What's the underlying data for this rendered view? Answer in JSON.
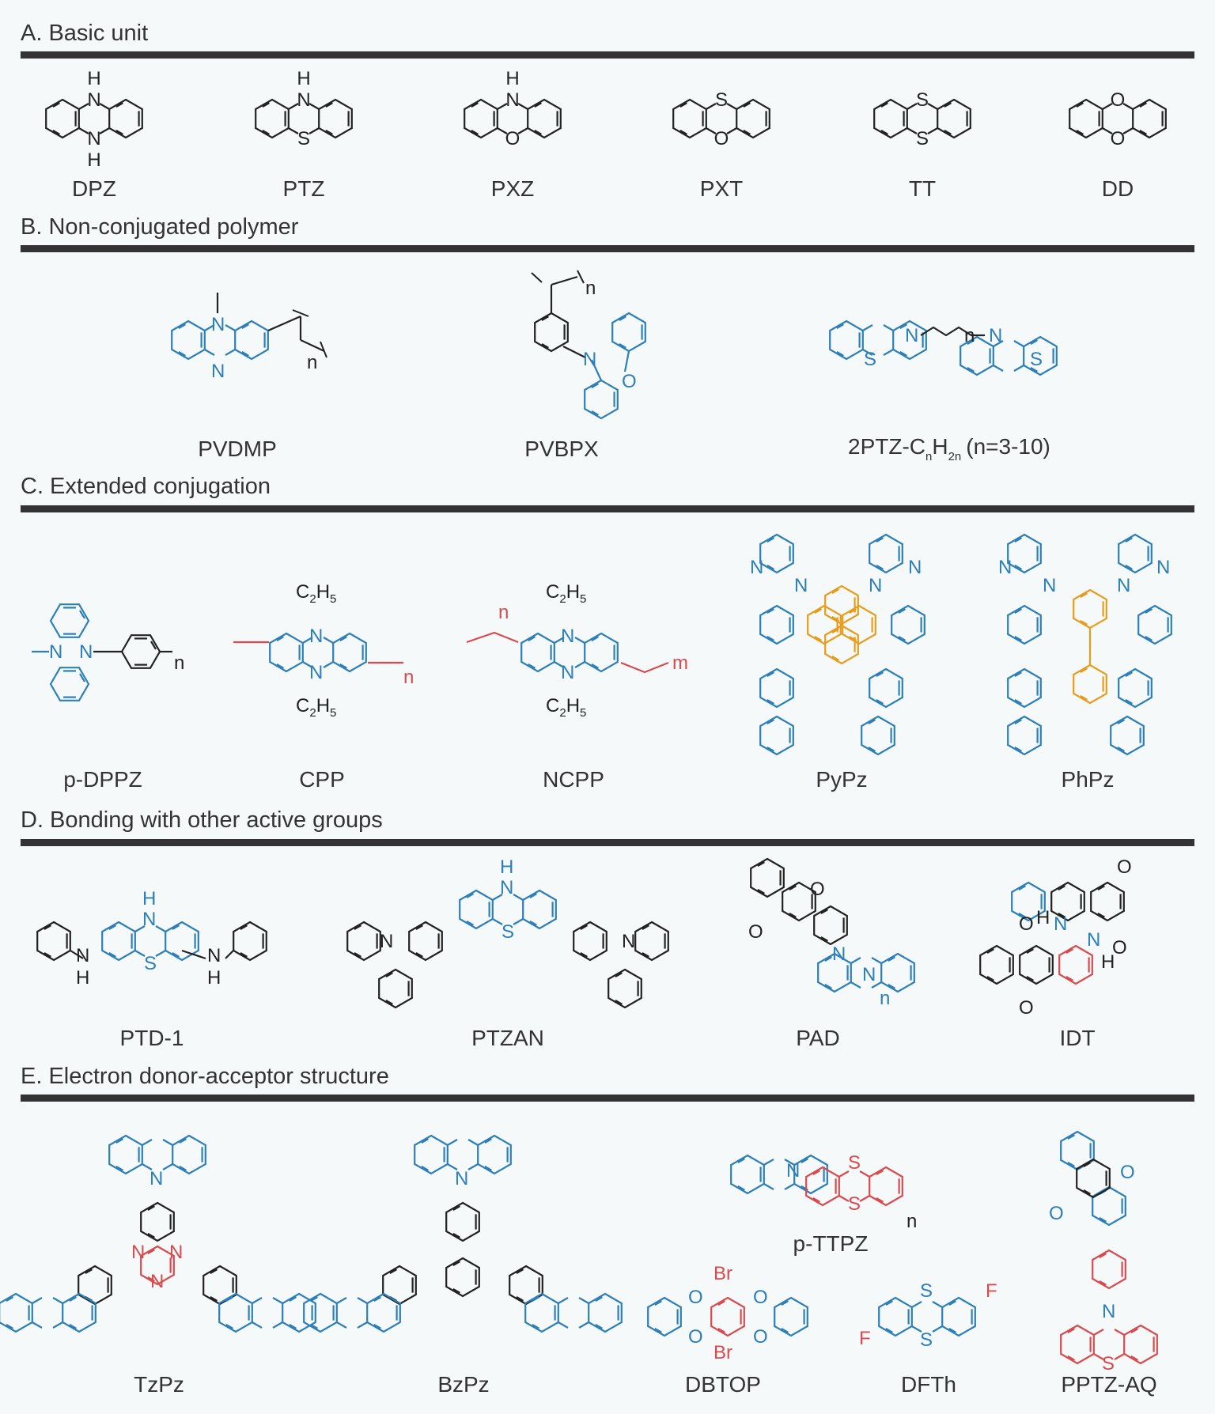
{
  "colors": {
    "black": "#222222",
    "blue": "#2c7fb8",
    "red": "#d94a4e",
    "orange": "#e89c1a",
    "bar": "#333333",
    "background": "#f6f9f9"
  },
  "sections": [
    {
      "title": "A. Basic unit",
      "labels": [
        "DPZ",
        "PTZ",
        "PXZ",
        "PXT",
        "TT",
        "DD"
      ]
    },
    {
      "title": "B. Non-conjugated polymer",
      "labels": [
        "PVDMP",
        "PVBPX",
        "2PTZ-CnH2n (n=3-10)"
      ]
    },
    {
      "title": "C. Extended conjugation",
      "labels": [
        "p-DPPZ",
        "CPP",
        "NCPP",
        "PyPz",
        "PhPz"
      ]
    },
    {
      "title": "D. Bonding with other active groups",
      "labels": [
        "PTD-1",
        "PTZAN",
        "PAD",
        "IDT"
      ]
    },
    {
      "title": "E. Electron donor-acceptor structure",
      "labels": [
        "TzPz",
        "BzPz",
        "DBTOP",
        "DFTh",
        "PPTZ-AQ",
        "p-TTPZ"
      ]
    }
  ],
  "label_2ptz": {
    "main": "2PTZ-C",
    "sub_n": "n",
    "mid": "H",
    "sub_2n": "2n",
    "tail": "(n=3-10)"
  },
  "atoms": {
    "H": "H",
    "N": "N",
    "S": "S",
    "O": "O",
    "Br": "Br",
    "F": "F",
    "n": "n",
    "m": "m",
    "c2": "C",
    "c2sub": "2",
    "h5": "H",
    "h5sub": "5"
  },
  "molecules": [
    {
      "name": "DPZ",
      "left": "N",
      "bottom": "N",
      "left_h": "H",
      "bottom_h": "H",
      "color": "black"
    },
    {
      "name": "PTZ",
      "left": "N",
      "bottom": "S",
      "color": "black"
    },
    {
      "name": "PXZ",
      "left": "N",
      "bottom": "O",
      "color": "black"
    },
    {
      "name": "PXT",
      "left": "S",
      "bottom": "O",
      "color": "black"
    },
    {
      "name": "TT",
      "left": "S",
      "bottom": "S",
      "color": "black"
    },
    {
      "name": "DD",
      "left": "O",
      "bottom": "O",
      "color": "black"
    }
  ]
}
